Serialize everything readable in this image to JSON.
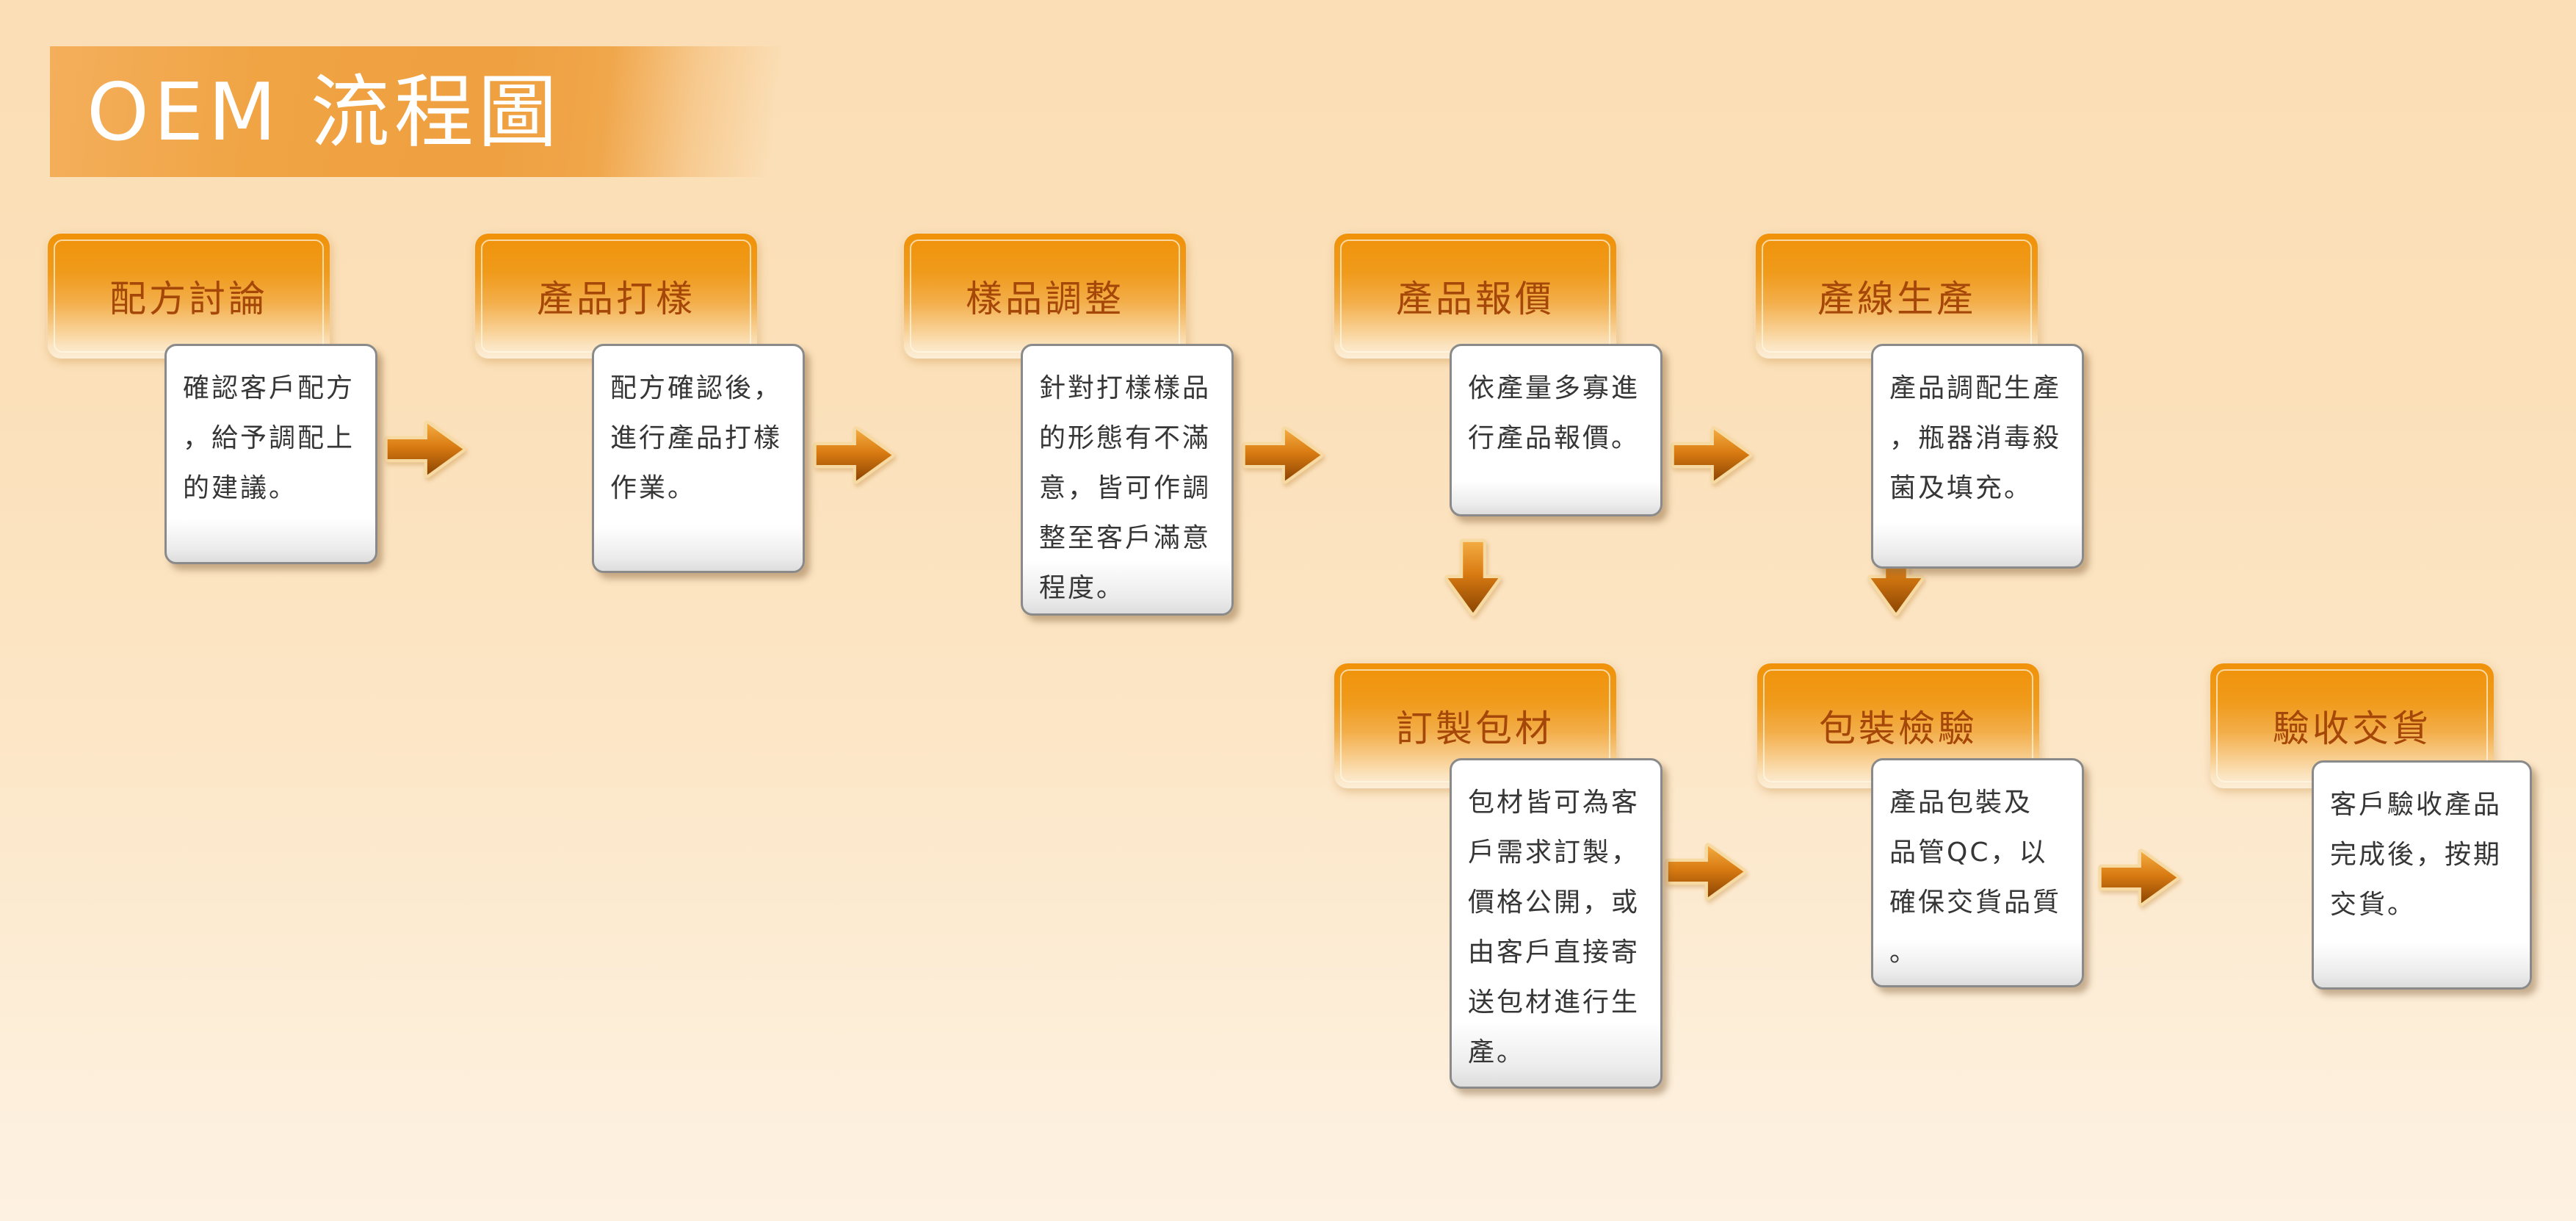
{
  "page": {
    "title": "OEM 流程圖"
  },
  "flow": {
    "steps": [
      {
        "title": "配方討論",
        "description": "確認客戶配方\n，給予調配上\n的建議。"
      },
      {
        "title": "產品打樣",
        "description": "配方確認後，\n進行產品打樣\n作業。"
      },
      {
        "title": "樣品調整",
        "description": "針對打樣樣品\n的形態有不滿\n意，皆可作調\n整至客戶滿意\n程度。"
      },
      {
        "title": "產品報價",
        "description": "依產量多寡進\n行產品報價。"
      },
      {
        "title": "產線生產",
        "description": "產品調配生產\n，瓶器消毒殺\n菌及填充。"
      },
      {
        "title": "訂製包材",
        "description": "包材皆可為客\n戶需求訂製，\n價格公開，或\n由客戶直接寄\n送包材進行生\n產。"
      },
      {
        "title": "包裝檢驗",
        "description": "產品包裝及\n品管QC，以\n確保交貨品質\n。"
      },
      {
        "title": "驗收交貨",
        "description": "客戶驗收產品\n完成後，按期\n交貨。"
      }
    ],
    "arrows": [
      {
        "direction": "right",
        "from": "配方討論",
        "to": "產品打樣"
      },
      {
        "direction": "right",
        "from": "產品打樣",
        "to": "樣品調整"
      },
      {
        "direction": "right",
        "from": "樣品調整",
        "to": "產品報價"
      },
      {
        "direction": "right",
        "from": "產品報價",
        "to": "產線生產"
      },
      {
        "direction": "down",
        "from": "產品報價",
        "to": "訂製包材"
      },
      {
        "direction": "down",
        "from": "產線生產",
        "to": "包裝檢驗"
      },
      {
        "direction": "right",
        "from": "訂製包材",
        "to": "包裝檢驗"
      },
      {
        "direction": "right",
        "from": "包裝檢驗",
        "to": "驗收交貨"
      }
    ]
  },
  "colors": {
    "background_top": "#fbdeb5",
    "background_bottom": "#fdf1e2",
    "banner_orange": "#efa040",
    "header_orange_top": "#f09209",
    "header_orange_bottom": "#fceed8",
    "header_text": "#a54708",
    "title_text": "#ffffff",
    "desc_border": "#8a8a8a",
    "desc_text": "#363636",
    "arrow_light": "#f0a53c",
    "arrow_dark": "#8c4503",
    "arrow_outline": "#f7d9a2"
  }
}
